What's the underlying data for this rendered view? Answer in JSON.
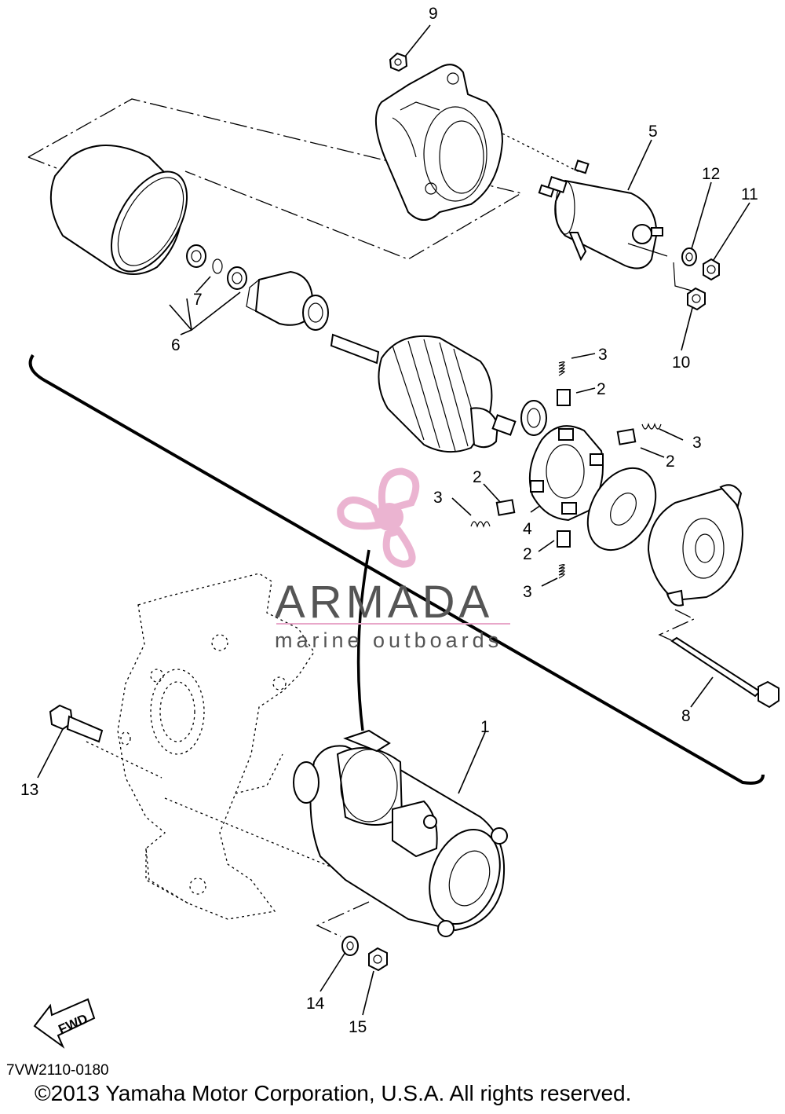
{
  "diagram": {
    "callouts": [
      {
        "id": "c9",
        "text": "9"
      },
      {
        "id": "c5",
        "text": "5"
      },
      {
        "id": "c12",
        "text": "12"
      },
      {
        "id": "c11",
        "text": "11"
      },
      {
        "id": "c7",
        "text": "7"
      },
      {
        "id": "c6",
        "text": "6"
      },
      {
        "id": "c10",
        "text": "10"
      },
      {
        "id": "c3a",
        "text": "3"
      },
      {
        "id": "c2a",
        "text": "2"
      },
      {
        "id": "c3b",
        "text": "3"
      },
      {
        "id": "c2b",
        "text": "2"
      },
      {
        "id": "c2c",
        "text": "2"
      },
      {
        "id": "c3c",
        "text": "3"
      },
      {
        "id": "c4",
        "text": "4"
      },
      {
        "id": "c2d",
        "text": "2"
      },
      {
        "id": "c3d",
        "text": "3"
      },
      {
        "id": "c8",
        "text": "8"
      },
      {
        "id": "c1",
        "text": "1"
      },
      {
        "id": "c13",
        "text": "13"
      },
      {
        "id": "c14",
        "text": "14"
      },
      {
        "id": "c15",
        "text": "15"
      }
    ],
    "fwd_label": "FWD",
    "reference_code": "7VW2110-0180"
  },
  "watermark": {
    "title": "ARMADA",
    "subtitle": "marine outboards",
    "color": "#e8a7c9",
    "text_color": "#555555"
  },
  "footer": {
    "copyright": "©2013 Yamaha Motor Corporation, U.S.A. All rights reserved."
  }
}
